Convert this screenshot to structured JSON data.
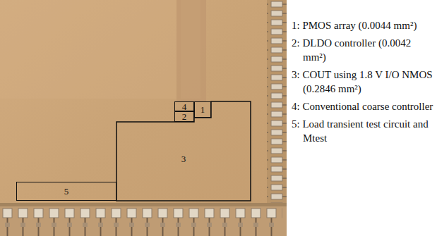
{
  "diagram": {
    "nodes": [
      {
        "text": [
          "4"
        ]
      },
      {
        "text": [
          "1"
        ]
      },
      {
        "text": [
          "2"
        ]
      },
      {
        "text": [
          "3"
        ]
      },
      {
        "text": [
          "5"
        ]
      }
    ],
    "labels": [
      "1: PMOS array (0.0044 mm²)",
      "2: DLDO controller (0.0042 mm²)",
      "3: COUT using 1.8 V I/O NMOS (0.2846 mm²)",
      "4: Conventional coarse controller",
      "5: Load transient test circuit and Mtest"
    ]
  }
}
